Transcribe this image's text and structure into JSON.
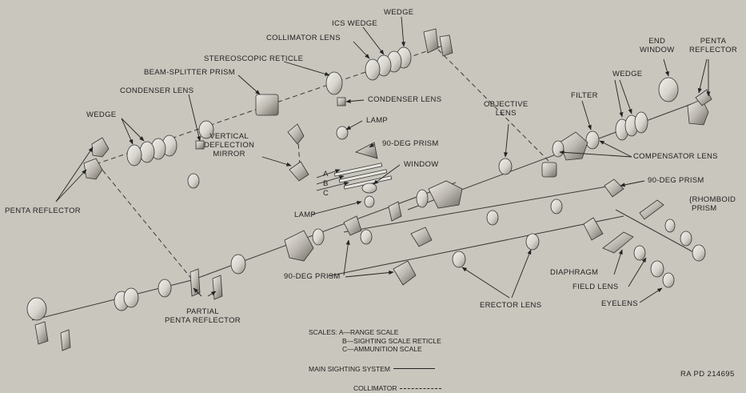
{
  "labels": {
    "penta_reflector_right": "PENTA\nREFLECTOR",
    "end_window": "END\nWINDOW",
    "wedge_top": "WEDGE",
    "ics_wedge": "ICS WEDGE",
    "collimator_lens": "COLLIMATOR LENS",
    "stereoscopic_reticle": "STEREOSCOPIC RETICLE",
    "beam_splitter_prism": "BEAM-SPLITTER PRISM",
    "condenser_lens_left": "CONDENSER LENS",
    "wedge_left": "WEDGE",
    "condenser_lens_mid": "CONDENSER LENS",
    "lamp_top": "LAMP",
    "vertical_deflection_mirror": "VERTICAL\nDEFLECTION\nMIRROR",
    "prism_90_top": "90-DEG PRISM",
    "scale_a": "A",
    "scale_b": "B",
    "scale_c": "C",
    "window": "WINDOW",
    "lamp_bottom": "LAMP",
    "penta_reflector_left": "PENTA REFLECTOR",
    "objective_lens": "OBJECTIVE\nLENS",
    "filter": "FILTER",
    "wedge_right": "WEDGE",
    "compensator_lens": "COMPENSATOR LENS",
    "prism_90_right": "90-DEG PRISM",
    "rhomboid_prism": "{RHOMBOID\n PRISM",
    "diaphragm": "DIAPHRAGM",
    "field_lens": "FIELD LENS",
    "eyelens": "EYELENS",
    "erector_lens": "ERECTOR LENS",
    "prism_90_bottom": "90-DEG PRISM",
    "partial_penta_reflector": "PARTIAL\nPENTA REFLECTOR"
  },
  "legend": {
    "scales_title": "SCALES:",
    "scale_a_text": "A—RANGE SCALE",
    "scale_b_text": "B—SIGHTING SCALE RETICLE",
    "scale_c_text": "C—AMMUNITION SCALE",
    "main_sighting_system": "MAIN SIGHTING SYSTEM",
    "collimator": "COLLIMATOR"
  },
  "reference_number": "RA PD 214695",
  "colors": {
    "background": "#c9c6bd",
    "ink": "#222222",
    "lens_fill": "#e6e4de",
    "lens_shade": "#8f8c85"
  }
}
